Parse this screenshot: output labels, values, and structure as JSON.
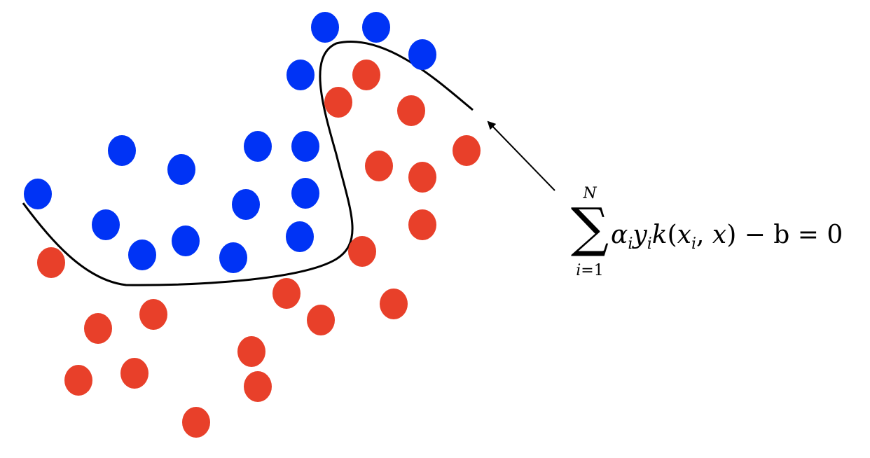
{
  "colors": {
    "class_a": "#0033f5",
    "class_b": "#e8402a",
    "boundary": "#000000",
    "arrow": "#000000"
  },
  "formula": {
    "sum_upper": "N",
    "sum_symbol": "∑",
    "sum_lower_var": "i",
    "sum_lower_rest": "=1",
    "alpha": "α",
    "y": "y",
    "k": "k",
    "x": "x",
    "sub_i": "i",
    "rest": " − b = 0"
  }
}
